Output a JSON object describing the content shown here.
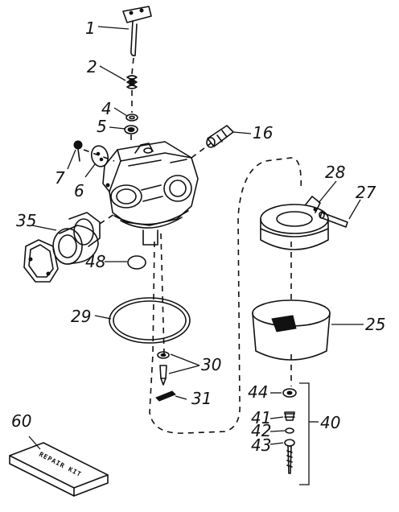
{
  "labels": {
    "p1": "1",
    "p2": "2",
    "p4": "4",
    "p5": "5",
    "p6": "6",
    "p7": "7",
    "p16": "16",
    "p25": "25",
    "p27": "27",
    "p28": "28",
    "p29": "29",
    "p30": "30",
    "p31": "31",
    "p35": "35",
    "p40": "40",
    "p41": "41",
    "p42": "42",
    "p43": "43",
    "p44": "44",
    "p48": "48",
    "p60": "60"
  },
  "repair_kit_text": "REPAIR KIT"
}
